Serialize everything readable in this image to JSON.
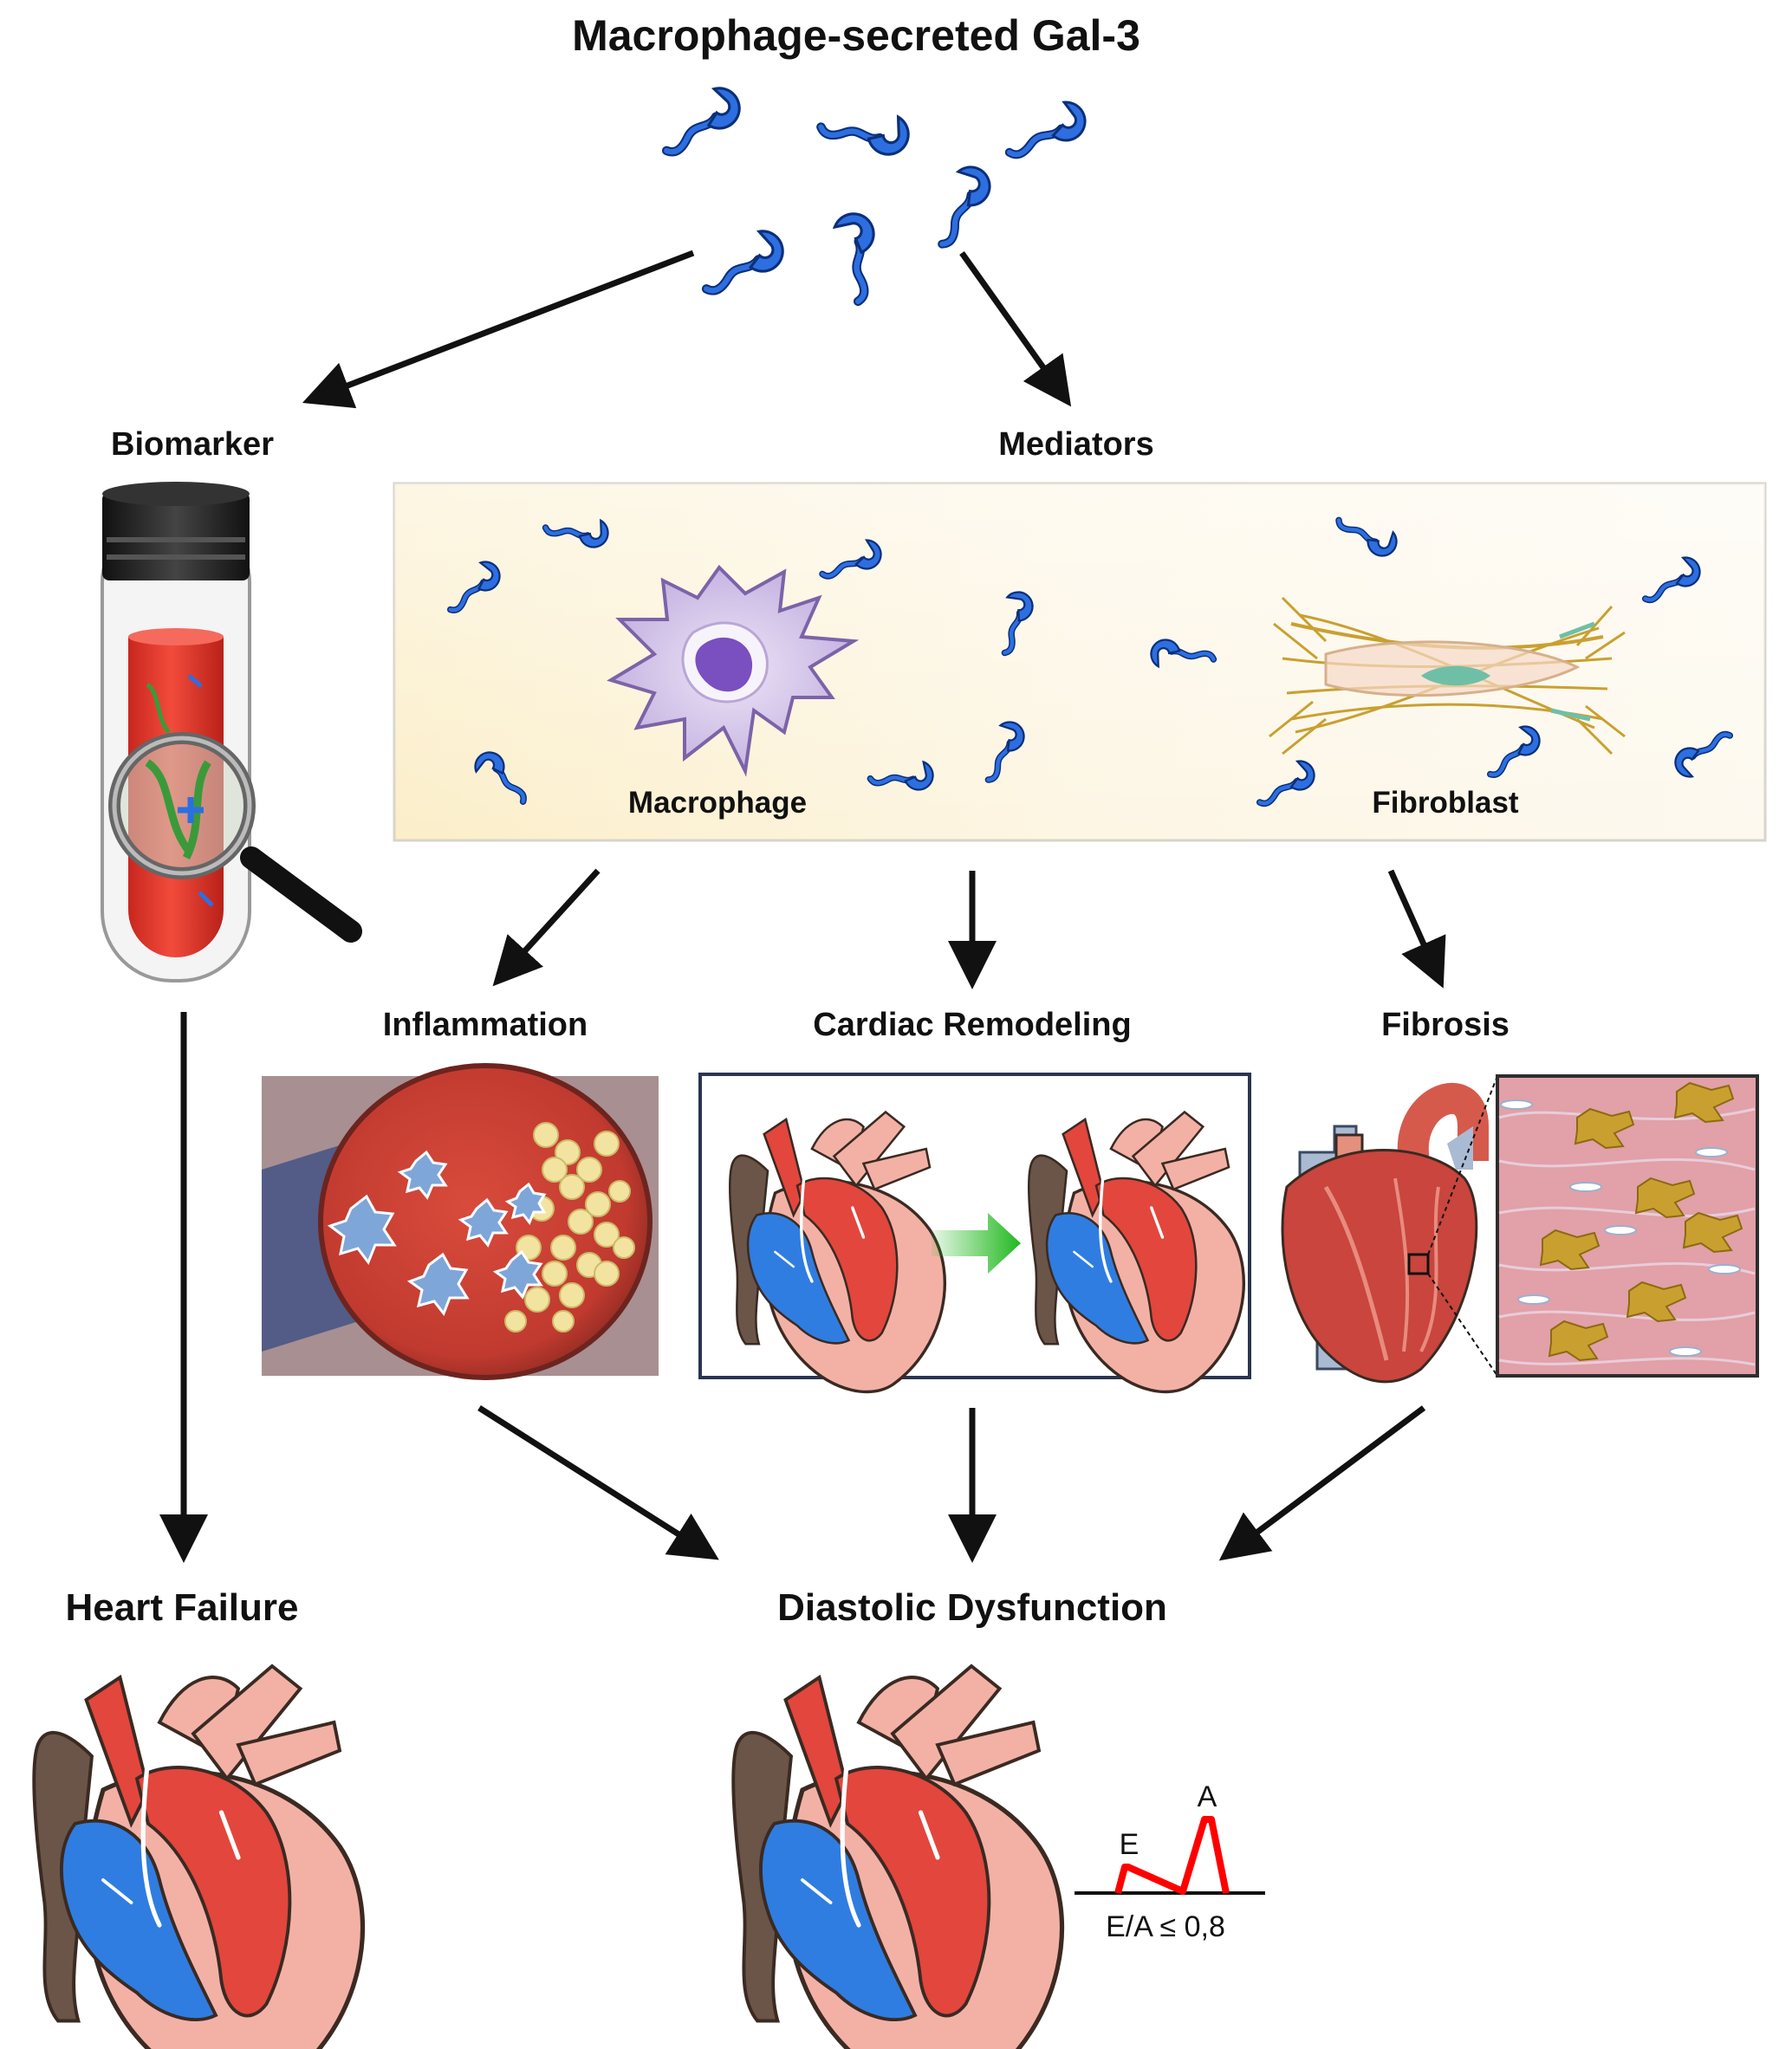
{
  "title": "Macrophage-secreted Gal-3",
  "branches": {
    "biomarker": "Biomarker",
    "mediators": "Mediators"
  },
  "cells": {
    "macrophage": "Macrophage",
    "fibroblast": "Fibroblast"
  },
  "processes": {
    "inflammation": "Inflammation",
    "remodeling": "Cardiac Remodeling",
    "fibrosis": "Fibrosis"
  },
  "outcomes": {
    "heart_failure": "Heart Failure",
    "diastolic": "Diastolic Dysfunction"
  },
  "doppler": {
    "e_label": "E",
    "a_label": "A",
    "ratio": "E/A ≤ 0,8"
  },
  "colors": {
    "gal3_blue": "#2d6fe0",
    "arrow": "#111111",
    "blood_red": "#e2463d",
    "vein_blue": "#2f7de1",
    "heart_pink": "#f3b1a6",
    "wave_red": "#ff0000",
    "mediator_bg": "#fbf0cf",
    "fibroblast": "#c9a030",
    "green_arrow": "#22b81f"
  }
}
